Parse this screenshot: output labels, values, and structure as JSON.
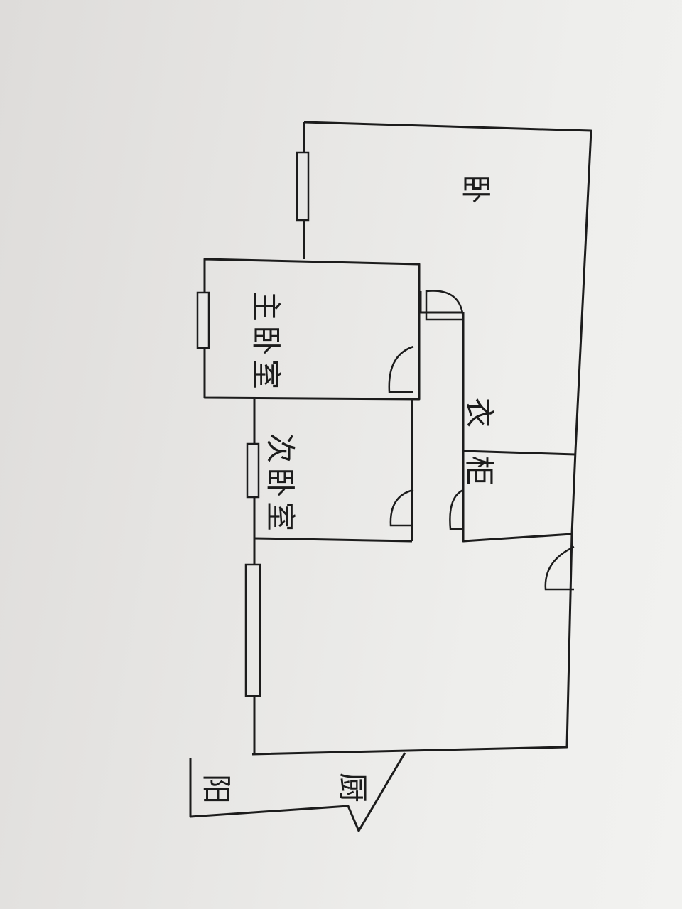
{
  "labels": {
    "large_bedroom": "卧",
    "master_bedroom": "主卧室",
    "second_bedroom": "次卧室",
    "wardrobe": "衣柜",
    "balcony": "阳",
    "kitchen": "厨"
  }
}
